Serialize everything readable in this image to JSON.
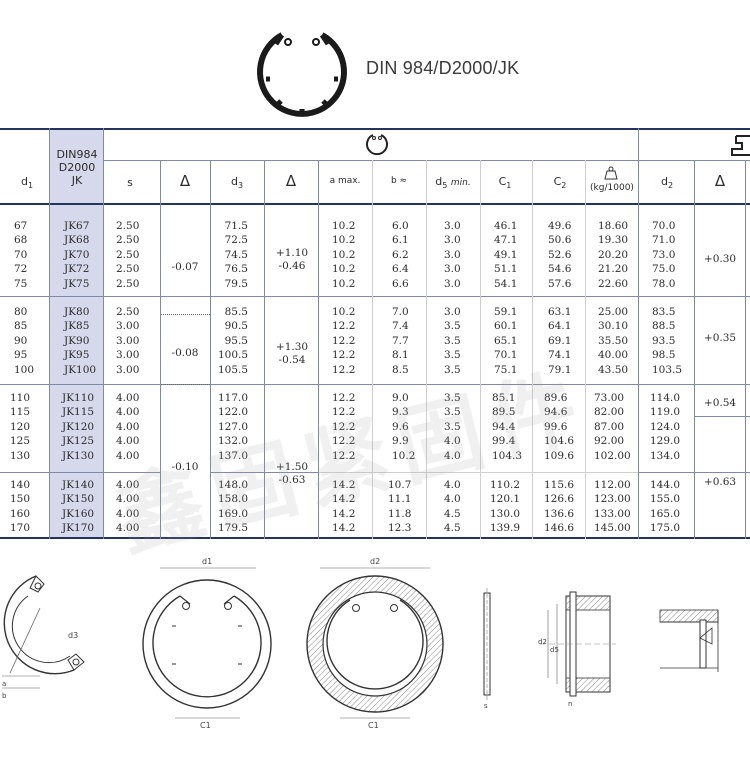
{
  "title": "DIN 984/D2000/JK",
  "table": {
    "headers": {
      "d1": "d",
      "d1_sub": "1",
      "din": [
        "DIN984",
        "D2000",
        "JK"
      ],
      "s": "s",
      "delta": "Δ",
      "d3": "d",
      "d3_sub": "3",
      "a_max": "a  max.",
      "b": "b   ≈",
      "d5": "d",
      "d5_sub": "5",
      "d5_min": "min.",
      "c1": "C",
      "c1_sub": "1",
      "c2": "C",
      "c2_sub": "2",
      "weight": "(kg/1000)",
      "d2": "d",
      "d2_sub": "2"
    },
    "groups": [
      {
        "d1": [
          "67",
          "68",
          "70",
          "72",
          "75"
        ],
        "jk": [
          "JK67",
          "JK68",
          "JK70",
          "JK72",
          "JK75"
        ],
        "s": [
          "2.50",
          "2.50",
          "2.50",
          "2.50",
          "2.50"
        ],
        "d3": [
          "71.5",
          "72.5",
          "74.5",
          "76.5",
          "79.5"
        ],
        "a": [
          "10.2",
          "10.2",
          "10.2",
          "10.2",
          "10.2"
        ],
        "b": [
          "6.0",
          "6.1",
          "6.2",
          "6.4",
          "6.6"
        ],
        "d5": [
          "3.0",
          "3.0",
          "3.0",
          "3.0",
          "3.0"
        ],
        "c1": [
          "46.1",
          "47.1",
          "49.1",
          "51.1",
          "54.1"
        ],
        "c2": [
          "49.6",
          "50.6",
          "52.6",
          "54.6",
          "57.6"
        ],
        "w": [
          "18.60",
          "19.30",
          "20.20",
          "21.20",
          "22.60"
        ],
        "d2": [
          "70.0",
          "71.0",
          "73.0",
          "75.0",
          "78.0"
        ]
      },
      {
        "d1": [
          "80",
          "85",
          "90",
          "95",
          "100"
        ],
        "jk": [
          "JK80",
          "JK85",
          "JK90",
          "JK95",
          "JK100"
        ],
        "s": [
          "2.50",
          "3.00",
          "3.00",
          "3.00",
          "3.00"
        ],
        "d3": [
          "85.5",
          "90.5",
          "95.5",
          "100.5",
          "105.5"
        ],
        "a": [
          "10.2",
          "12.2",
          "12.2",
          "12.2",
          "12.2"
        ],
        "b": [
          "7.0",
          "7.4",
          "7.7",
          "8.1",
          "8.5"
        ],
        "d5": [
          "3.0",
          "3.5",
          "3.5",
          "3.5",
          "3.5"
        ],
        "c1": [
          "59.1",
          "60.1",
          "65.1",
          "70.1",
          "75.1"
        ],
        "c2": [
          "63.1",
          "64.1",
          "69.1",
          "74.1",
          "79.1"
        ],
        "w": [
          "25.00",
          "30.10",
          "35.50",
          "40.00",
          "43.50"
        ],
        "d2": [
          "83.5",
          "88.5",
          "93.5",
          "98.5",
          "103.5"
        ]
      },
      {
        "d1": [
          "110",
          "115",
          "120",
          "125",
          "130"
        ],
        "jk": [
          "JK110",
          "JK115",
          "JK120",
          "JK125",
          "JK130"
        ],
        "s": [
          "4.00",
          "4.00",
          "4.00",
          "4.00",
          "4.00"
        ],
        "d3": [
          "117.0",
          "122.0",
          "127.0",
          "132.0",
          "137.0"
        ],
        "a": [
          "12.2",
          "12.2",
          "12.2",
          "12.2",
          "12.2"
        ],
        "b": [
          "9.0",
          "9.3",
          "9.6",
          "9.9",
          "10.2"
        ],
        "d5": [
          "3.5",
          "3.5",
          "3.5",
          "4.0",
          "4.0"
        ],
        "c1": [
          "85.1",
          "89.5",
          "94.4",
          "99.4",
          "104.3"
        ],
        "c2": [
          "89.6",
          "94.6",
          "99.6",
          "104.6",
          "109.6"
        ],
        "w": [
          "73.00",
          "82.00",
          "87.00",
          "92.00",
          "102.00"
        ],
        "d2": [
          "114.0",
          "119.0",
          "124.0",
          "129.0",
          "134.0"
        ]
      },
      {
        "d1": [
          "140",
          "150",
          "160",
          "170"
        ],
        "jk": [
          "JK140",
          "JK150",
          "JK160",
          "JK170"
        ],
        "s": [
          "4.00",
          "4.00",
          "4.00",
          "4.00"
        ],
        "d3": [
          "148.0",
          "158.0",
          "169.0",
          "179.5"
        ],
        "a": [
          "14.2",
          "14.2",
          "14.2",
          "14.2"
        ],
        "b": [
          "10.7",
          "11.1",
          "11.8",
          "12.3"
        ],
        "d5": [
          "4.0",
          "4.0",
          "4.5",
          "4.5"
        ],
        "c1": [
          "110.2",
          "120.1",
          "130.0",
          "139.9"
        ],
        "c2": [
          "115.6",
          "126.6",
          "136.6",
          "146.6"
        ],
        "w": [
          "112.00",
          "123.00",
          "133.00",
          "145.00"
        ],
        "d2": [
          "144.0",
          "155.0",
          "165.0",
          "175.0"
        ]
      }
    ],
    "tolerances": {
      "s1": "-0.07",
      "s2": "-0.08",
      "s3": "-0.10",
      "d3_1_top": "+1.10",
      "d3_1_bot": "-0.46",
      "d3_2_top": "+1.30",
      "d3_2_bot": "-0.54",
      "d3_3_top": "+1.50",
      "d3_3_bot": "-0.63",
      "d2_1": "+0.30",
      "d2_2": "+0.35",
      "d2_3": "+0.54",
      "d2_4": "+0.63"
    }
  },
  "drawings": {
    "labels": {
      "d3": "d3",
      "d1": "d1",
      "d2": "d2",
      "c1": "C1",
      "s": "s",
      "b": "b",
      "a": "a",
      "n": "n",
      "d2v": "d2",
      "d5": "d5"
    }
  },
  "watermark": "鑫固紧固件"
}
